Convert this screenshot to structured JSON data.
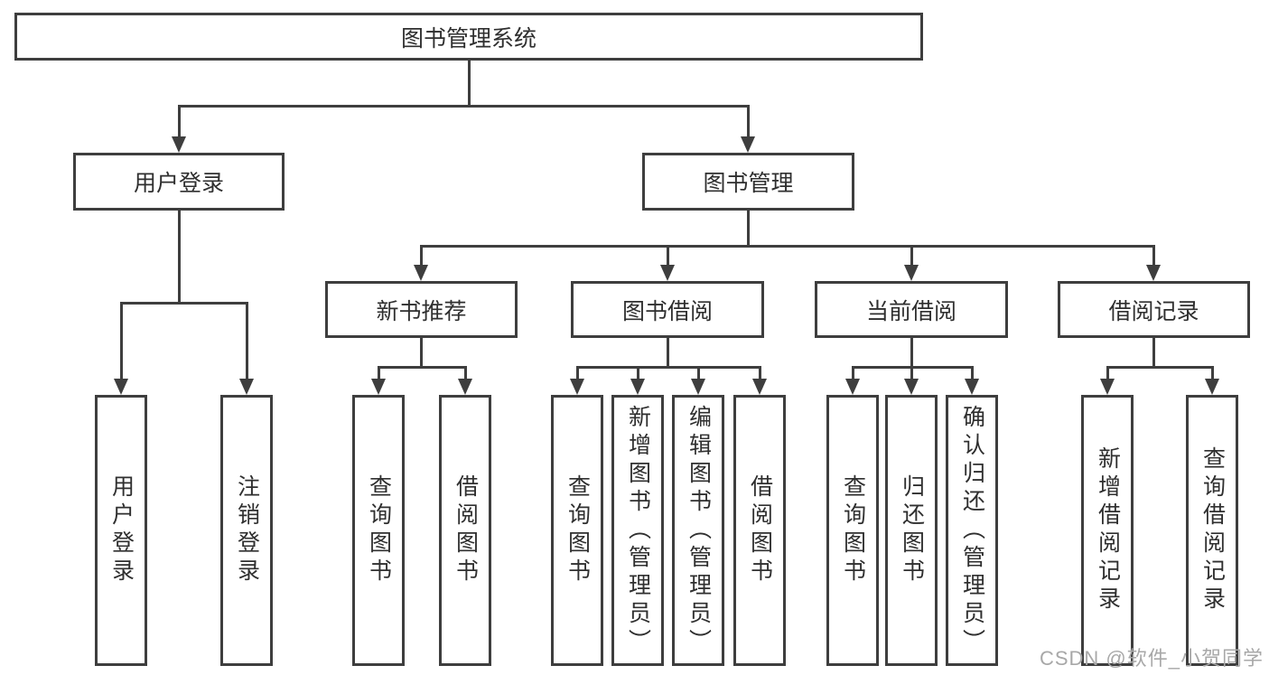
{
  "diagram": {
    "root": {
      "label": "图书管理系统"
    },
    "level2": [
      {
        "label": "用户登录",
        "parent": "图书管理系统"
      },
      {
        "label": "图书管理",
        "parent": "图书管理系统"
      }
    ],
    "level3": [
      {
        "label": "新书推荐",
        "parent": "图书管理"
      },
      {
        "label": "图书借阅",
        "parent": "图书管理"
      },
      {
        "label": "当前借阅",
        "parent": "图书管理"
      },
      {
        "label": "借阅记录",
        "parent": "图书管理"
      }
    ],
    "leaves": [
      {
        "label": "用户登录",
        "parent": "用户登录"
      },
      {
        "label": "注销登录",
        "parent": "用户登录"
      },
      {
        "label": "查询图书",
        "parent": "新书推荐"
      },
      {
        "label": "借阅图书",
        "parent": "新书推荐"
      },
      {
        "label": "查询图书",
        "parent": "图书借阅"
      },
      {
        "label": "新增图书（管理员）",
        "parent": "图书借阅"
      },
      {
        "label": "编辑图书（管理员）",
        "parent": "图书借阅"
      },
      {
        "label": "借阅图书",
        "parent": "图书借阅"
      },
      {
        "label": "查询图书",
        "parent": "当前借阅"
      },
      {
        "label": "归还图书",
        "parent": "当前借阅"
      },
      {
        "label": "确认归还（管理员）",
        "parent": "当前借阅"
      },
      {
        "label": "新增借阅记录",
        "parent": "借阅记录"
      },
      {
        "label": "查询借阅记录",
        "parent": "借阅记录"
      }
    ],
    "colors": {
      "line": "#3e3e3e",
      "text": "#2f2f2f",
      "background": "#ffffff",
      "watermark": "#a8a8a8"
    }
  },
  "watermark": {
    "text": "CSDN @软件_小贺同学"
  }
}
